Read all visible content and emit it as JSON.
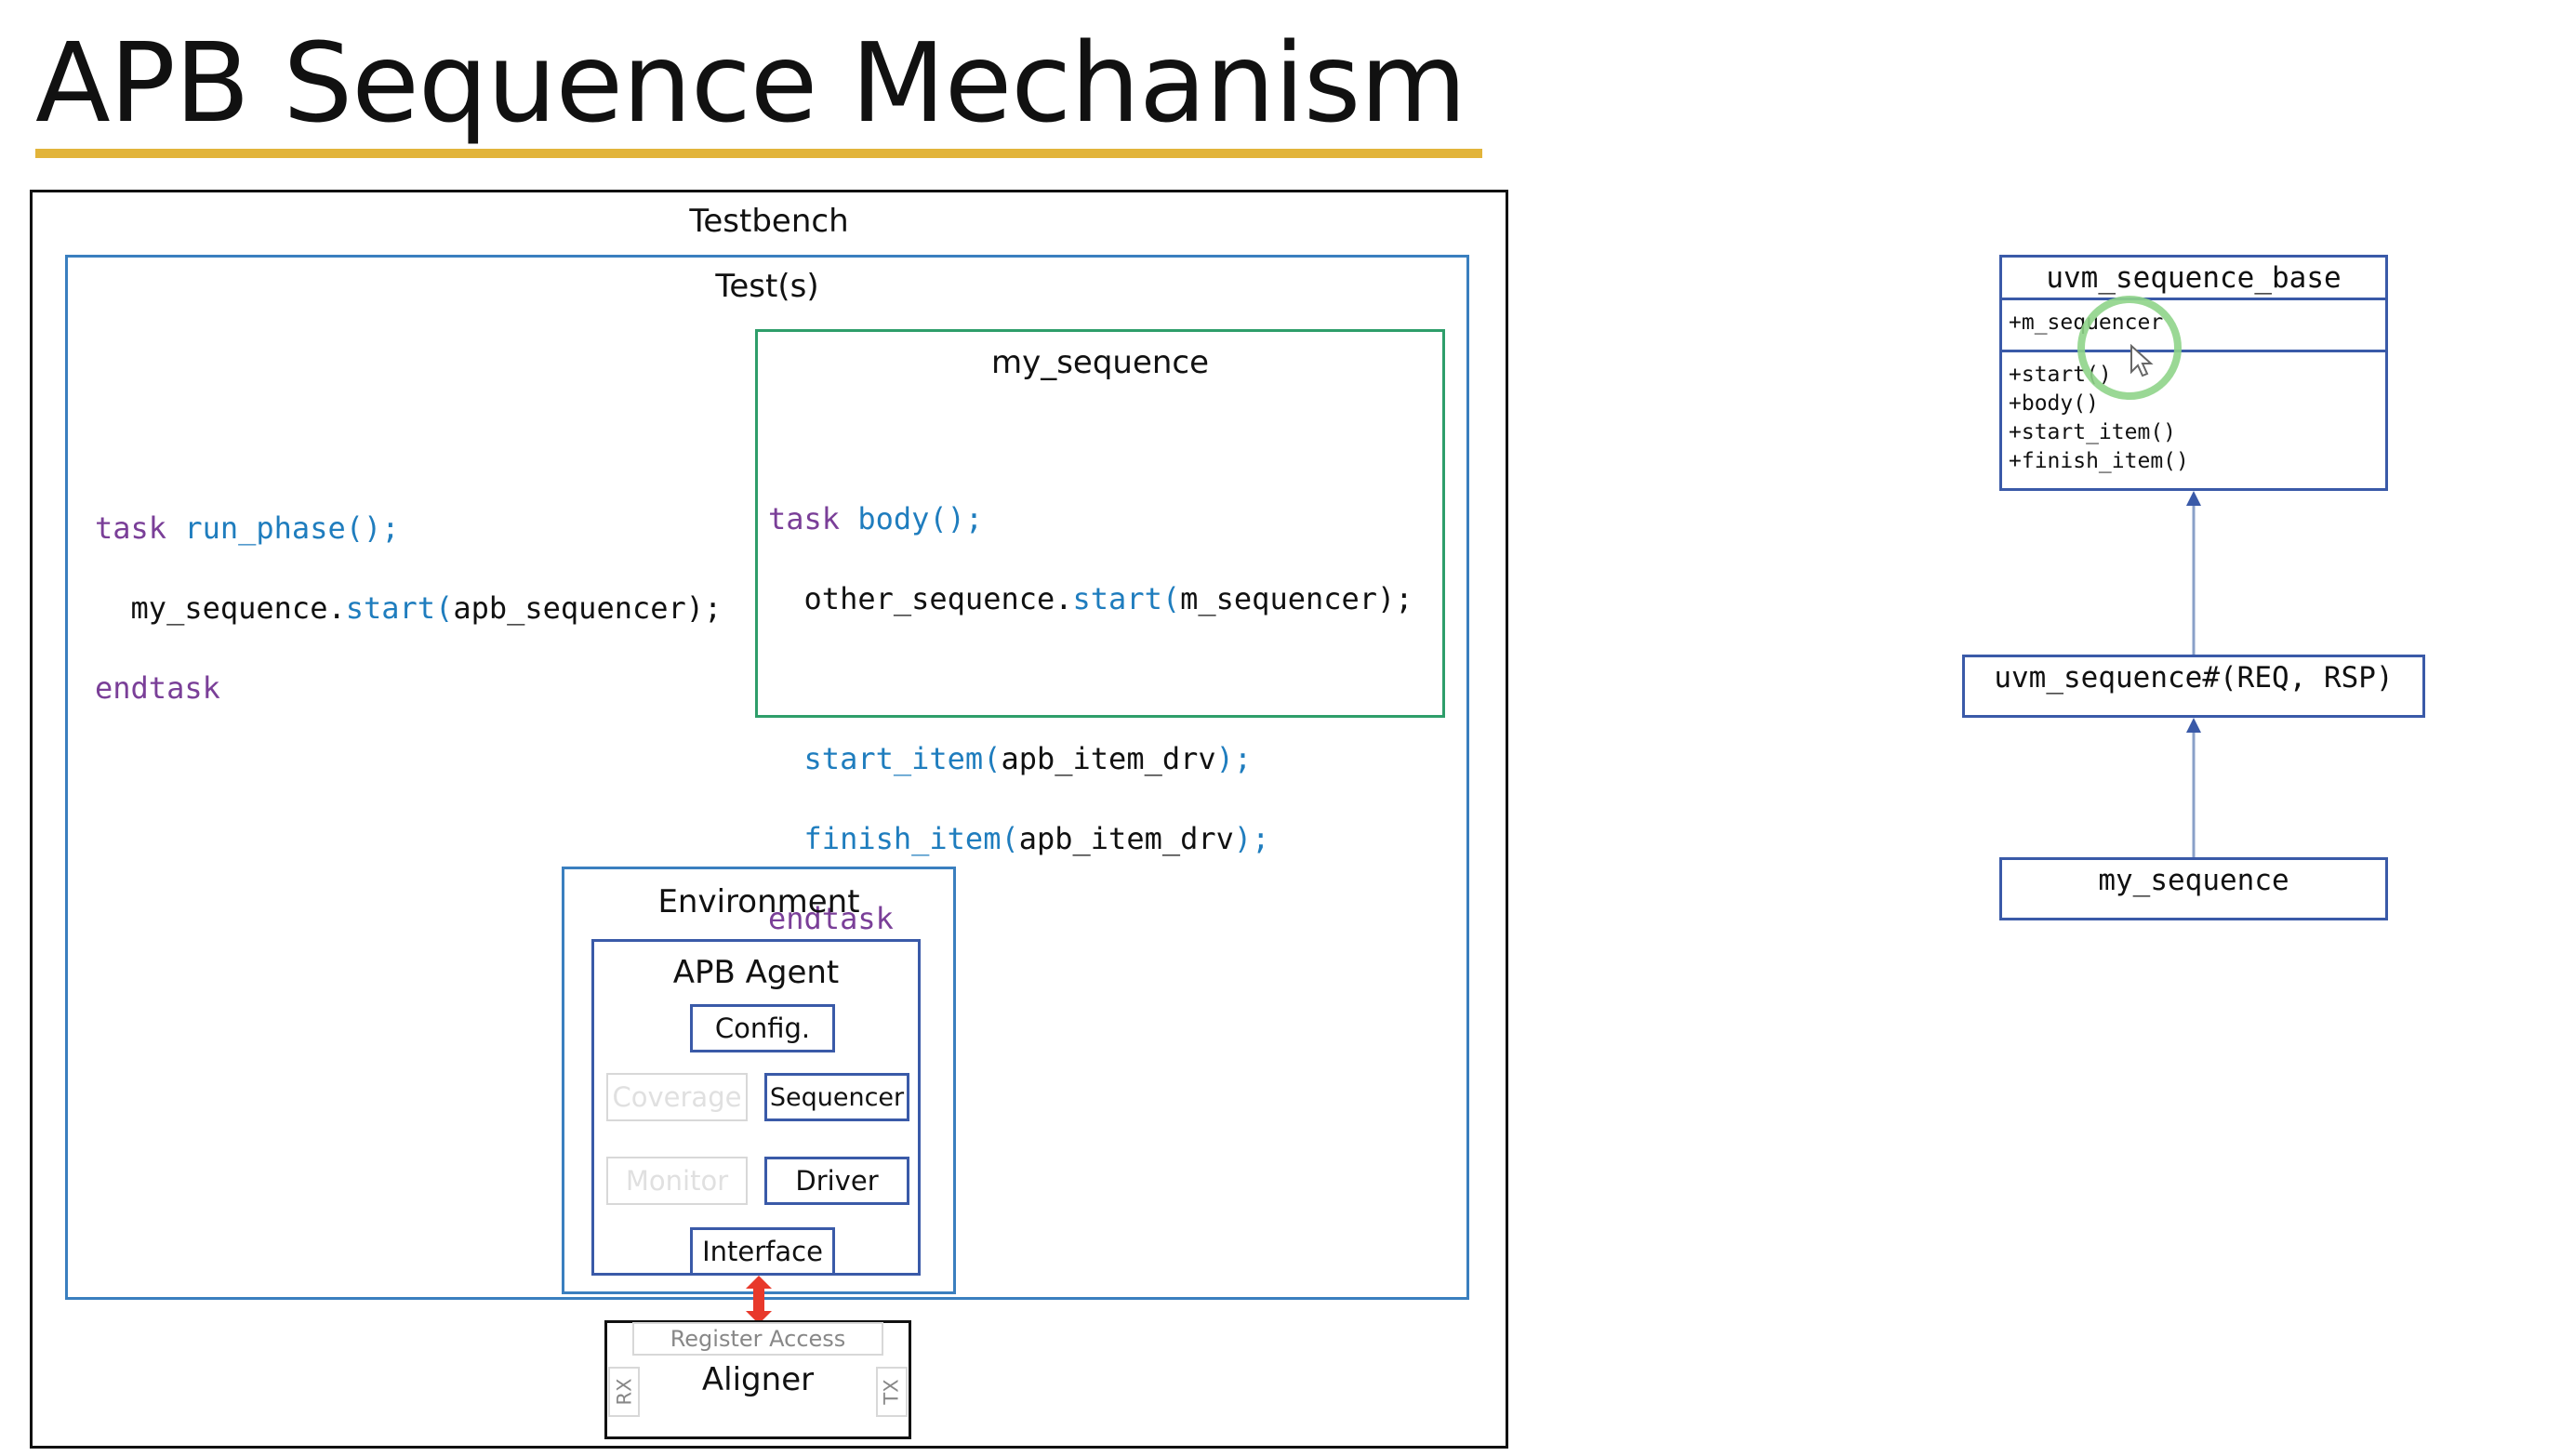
{
  "page": {
    "title": "APB Sequence Mechanism"
  },
  "testbench": {
    "label": "Testbench",
    "tests": {
      "label": "Test(s)",
      "run_phase_code": {
        "line1_kw": "task",
        "line1_fn": "run_phase();",
        "line2_obj": "my_sequence.",
        "line2_fn": "start(",
        "line2_arg": "apb_sequencer",
        "line2_end": ");",
        "line3_kw": "endtask"
      },
      "my_sequence": {
        "label": "my_sequence",
        "line1_kw": "task",
        "line1_fn": "body();",
        "line2_obj": "other_sequence.",
        "line2_fn": "start(",
        "line2_arg": "m_sequencer",
        "line2_end": ");",
        "line3_fn": "start_item(",
        "line3_arg": "apb_item_drv",
        "line3_end": ");",
        "line4_fn": "finish_item(",
        "line4_arg": "apb_item_drv",
        "line4_end": ");",
        "line5_kw": "endtask"
      }
    },
    "environment": {
      "label": "Environment",
      "agent": {
        "label": "APB Agent",
        "config": "Config.",
        "coverage": "Coverage",
        "sequencer": "Sequencer",
        "monitor": "Monitor",
        "driver": "Driver",
        "interface": "Interface"
      }
    },
    "dut": {
      "register_access": "Register Access",
      "label": "Aligner",
      "rx": "RX",
      "tx": "TX"
    }
  },
  "uml": {
    "base": {
      "name": "uvm_sequence_base",
      "attribute": "+m_sequencer",
      "methods": [
        "+start()",
        "+body()",
        "+start_item()",
        "+finish_item()"
      ]
    },
    "middle": {
      "name": "uvm_sequence#(REQ, RSP)"
    },
    "child": {
      "name": "my_sequence"
    }
  },
  "colors": {
    "title_rule": "#e2b43a",
    "keyword": "#7a3f98",
    "function": "#1f7dbe",
    "highlight": "#8fd48a",
    "arrow": "#e8392b"
  }
}
